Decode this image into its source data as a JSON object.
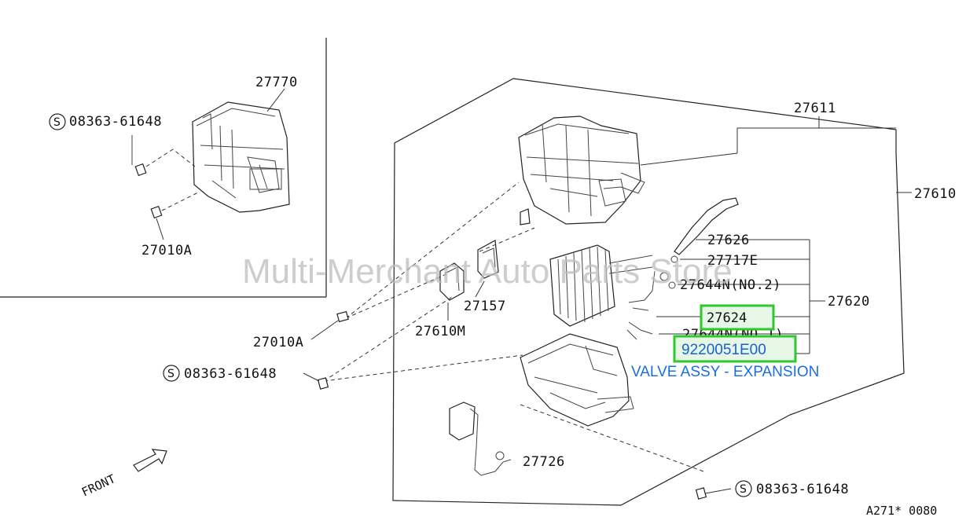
{
  "labels": {
    "p27770": "27770",
    "p08363_a": "08363-61648",
    "p27010A_a": "27010A",
    "p27611": "27611",
    "p27610": "27610",
    "p27626": "27626",
    "p27717E": "27717E",
    "p27644N2": "27644N(NO.2)",
    "p27620": "27620",
    "p27624": "27624",
    "p27644N1": "27644N(NO.1)",
    "p27157": "27157",
    "p27610M": "27610M",
    "p27010A_b": "27010A",
    "p08363_b": "08363-61648",
    "p27726": "27726",
    "p08363_c": "08363-61648",
    "footer_code": "A271* 0080",
    "front": "FRONT",
    "screw_symbol": "S"
  },
  "highlight": {
    "part_number": "9220051E00",
    "description": "VALVE ASSY - EXPANSION",
    "highlight_color": "#2ec72e",
    "text_color": "#1a6fe0"
  },
  "watermark": "Multi-Merchant Auto Parts Store"
}
